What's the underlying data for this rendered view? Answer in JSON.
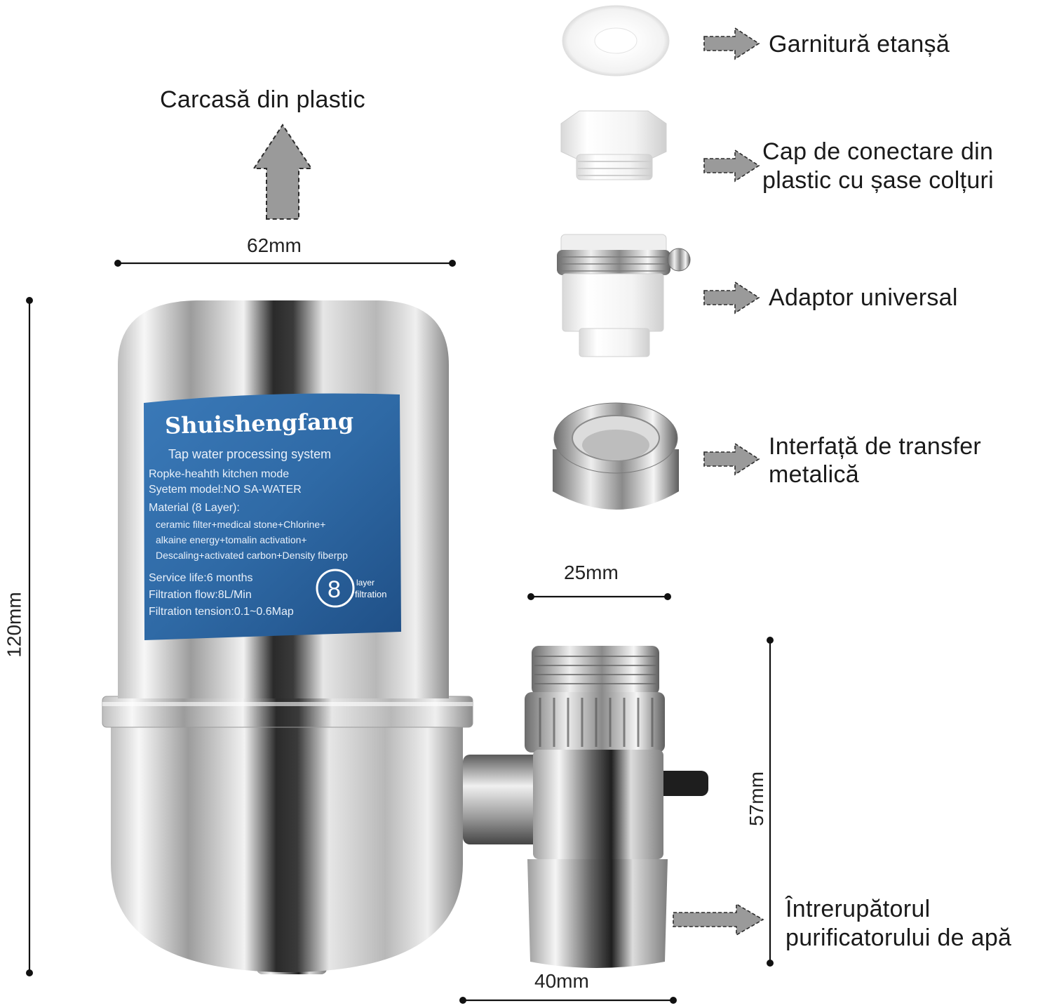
{
  "labels": {
    "plastic_housing": "Carcasă din plastic",
    "gasket": "Garnitură etanșă",
    "hex_cap_line1": "Cap de conectare din",
    "hex_cap_line2": "plastic cu șase colțuri",
    "universal_adapter": "Adaptor universal",
    "metal_interface_line1": "Interfață de transfer",
    "metal_interface_line2": "metalică",
    "switch_line1": "Întrerupătorul",
    "switch_line2": "purificatorului de apă"
  },
  "dimensions": {
    "width_body": "62mm",
    "height_body": "120mm",
    "interface_width": "25mm",
    "switch_height": "57mm",
    "switch_width": "40mm"
  },
  "product_label": {
    "brand": "Shuishengfang",
    "line1": "Tap water processing system",
    "line2": "Ropke-heahth kitchen mode",
    "line3": "Syetem model:NO SA-WATER",
    "line4": "Material (8 Layer):",
    "line5": "ceramic filter+medical stone+Chlorine+",
    "line6": "alkaine energy+tomalin activation+",
    "line7": "Descaling+activated carbon+Density fiberpp",
    "line8": "Service life:6 months",
    "line9": "Filtration flow:8L/Min",
    "line10": "Filtration tension:0.1~0.6Map",
    "badge_number": "8",
    "badge_text1": "layer",
    "badge_text2": "filtration"
  },
  "colors": {
    "label_blue": "#2f6aa6",
    "arrow_gray": "#9a9a9a",
    "steel_light": "#e9e9e9",
    "steel_dark": "#2b2b2b"
  }
}
